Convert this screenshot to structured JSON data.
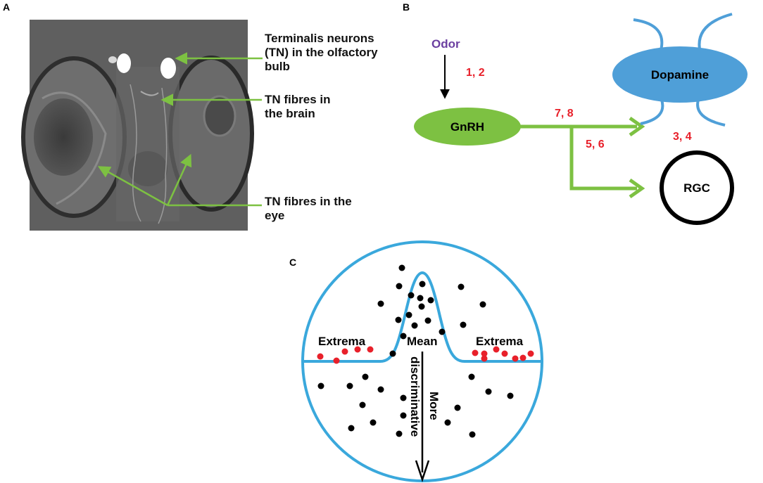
{
  "panels": {
    "a": {
      "letter": "A",
      "labels": {
        "tn_line1": "Terminalis neurons",
        "tn_line2": "(TN) in the olfactory",
        "tn_line3": "bulb",
        "brain_line1": "TN fibres in",
        "brain_line2": "the brain",
        "eye_line1": "TN fibres in the",
        "eye_line2": "eye"
      }
    },
    "b": {
      "letter": "B",
      "odor": "Odor",
      "gnrh": "GnRH",
      "dopamine": "Dopamine",
      "rgc": "RGC",
      "ref_1_2": "1, 2",
      "ref_7_8": "7, 8",
      "ref_5_6": "5, 6",
      "ref_3_4": "3, 4"
    },
    "c": {
      "letter": "C",
      "extrema_left": "Extrema",
      "extrema_right": "Extrema",
      "mean": "Mean",
      "arrow_line1": "More",
      "arrow_line2": "discriminative"
    }
  },
  "colors": {
    "green": "#7dc142",
    "blue": "#3aa8dc",
    "dopamine_fill": "#4f9fd8",
    "red": "#e8202a",
    "purple": "#6b3fa0",
    "black": "#000000"
  }
}
